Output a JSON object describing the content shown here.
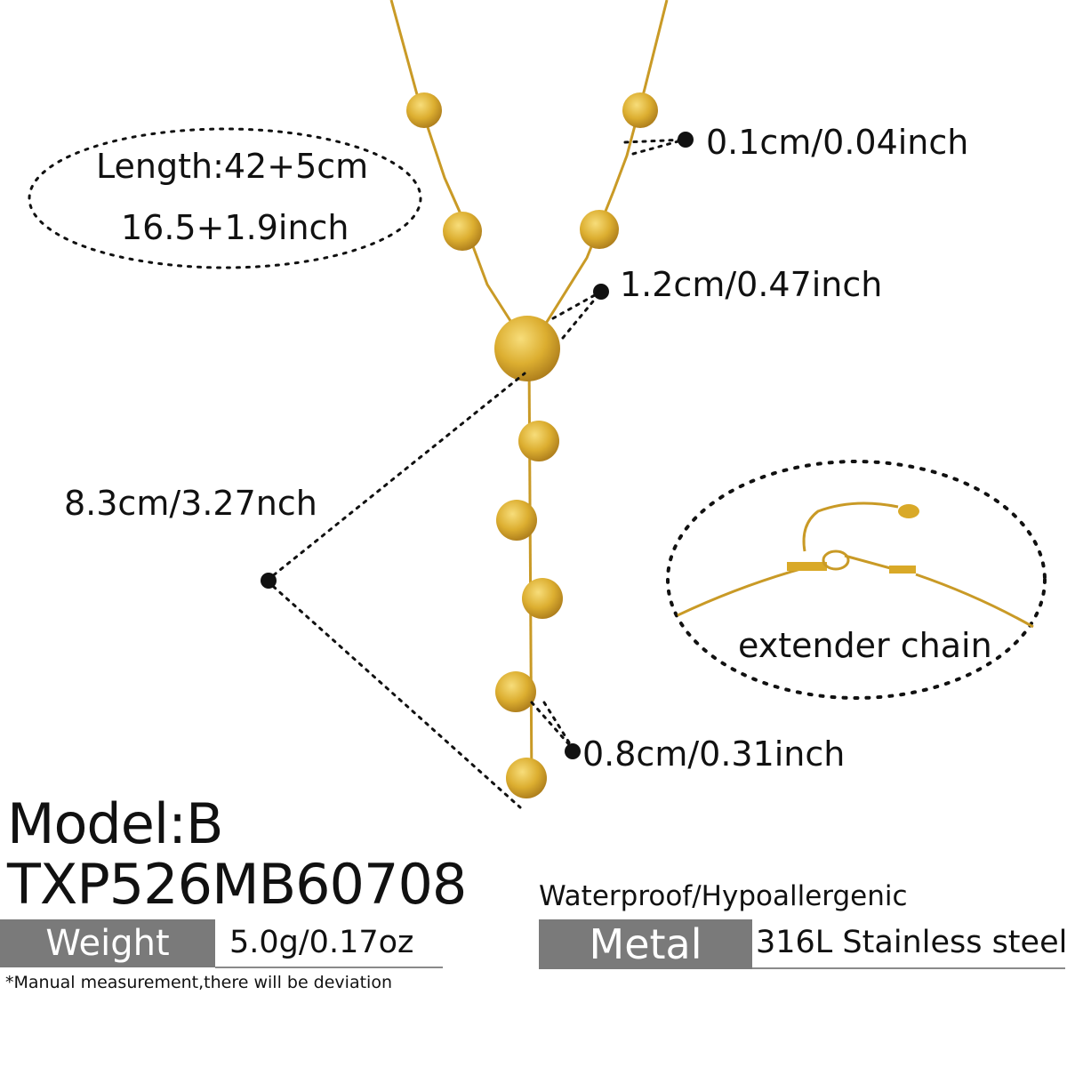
{
  "product": {
    "length_line1": "Length:42+5cm",
    "length_line2": "16.5+1.9inch",
    "dim_chain": "0.1cm/0.04inch",
    "dim_large_disc": "1.2cm/0.47inch",
    "dim_drop": "8.3cm/3.27nch",
    "dim_small_disc": "0.8cm/0.31inch",
    "extender_label": "extender  chain"
  },
  "model": {
    "model_line": "Model:B",
    "sku": "TXP526MB60708"
  },
  "specs": {
    "features": "Waterproof/Hypoallergenic",
    "weight_label": "Weight",
    "weight_value": "5.0g/0.17oz",
    "metal_label": "Metal",
    "metal_value": "316L Stainless steel",
    "footnote": "*Manual measurement,there will be deviation"
  },
  "colors": {
    "gold": "#d9a928",
    "gold_dark": "#b0821a",
    "tag_gray": "#7a7a7a"
  }
}
